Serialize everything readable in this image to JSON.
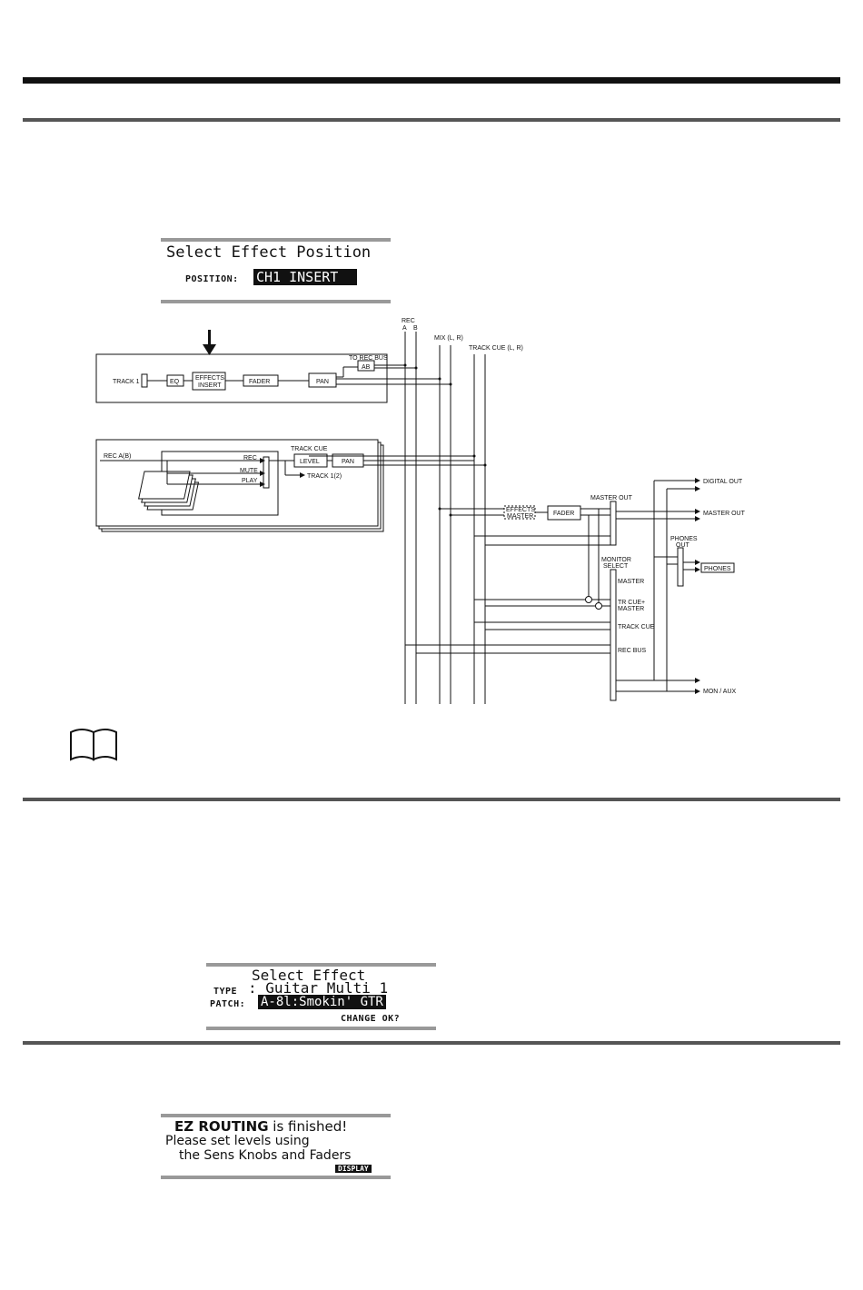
{
  "lcd1": {
    "title": "Select Effect Position",
    "position_label": "POSITION:",
    "position_value": "CH1 INSERT  "
  },
  "diagram": {
    "rec_bus": "REC",
    "rec_a": "A",
    "rec_b": "B",
    "mix": "MIX (L, R)",
    "track_cue_lr": "TRACK CUE (L, R)",
    "to_rec_bus": "TO REC BUS",
    "ab": "AB",
    "track1": "TRACK 1",
    "eq": "EQ",
    "effects": "EFFECTS",
    "insert": "INSERT",
    "fader": "FADER",
    "pan": "PAN",
    "rec_ab": "REC A(B)",
    "rec": "REC",
    "mute": "MUTE",
    "play": "PLAY",
    "track_cue": "TRACK CUE",
    "level": "LEVEL",
    "track1_2": "TRACK 1(2)",
    "effects2": "EFFECTS",
    "master2": "MASTER",
    "fader2": "FADER",
    "master_out_bus": "MASTER OUT",
    "digital_out": "DIGITAL OUT",
    "master_out": "MASTER OUT",
    "phones_out_1": "PHONES",
    "phones_out_2": "OUT",
    "phones": "PHONES",
    "monitor_select_1": "MONITOR",
    "monitor_select_2": "SELECT",
    "sel_master": "MASTER",
    "sel_trcue_1": "TR CUE+",
    "sel_trcue_2": "MASTER",
    "sel_track_cue": "TRACK CUE",
    "sel_rec_bus": "REC BUS",
    "mon_aux": "MON / AUX"
  },
  "lcd2": {
    "title": "Select Effect",
    "type_label": "TYPE",
    "type_value": ": Guitar Multi 1",
    "patch_label": "PATCH:",
    "patch_value": "A-8l:Smokin' GTR",
    "change_ok": "CHANGE OK?"
  },
  "lcd3": {
    "ez_routing": "EZ ROUTING",
    "finished": " is finished!",
    "line2": "Please set levels using",
    "line3": "the Sens Knobs and Faders",
    "display_btn": "DISPLAY"
  },
  "icons": {
    "note": "book-icon"
  }
}
